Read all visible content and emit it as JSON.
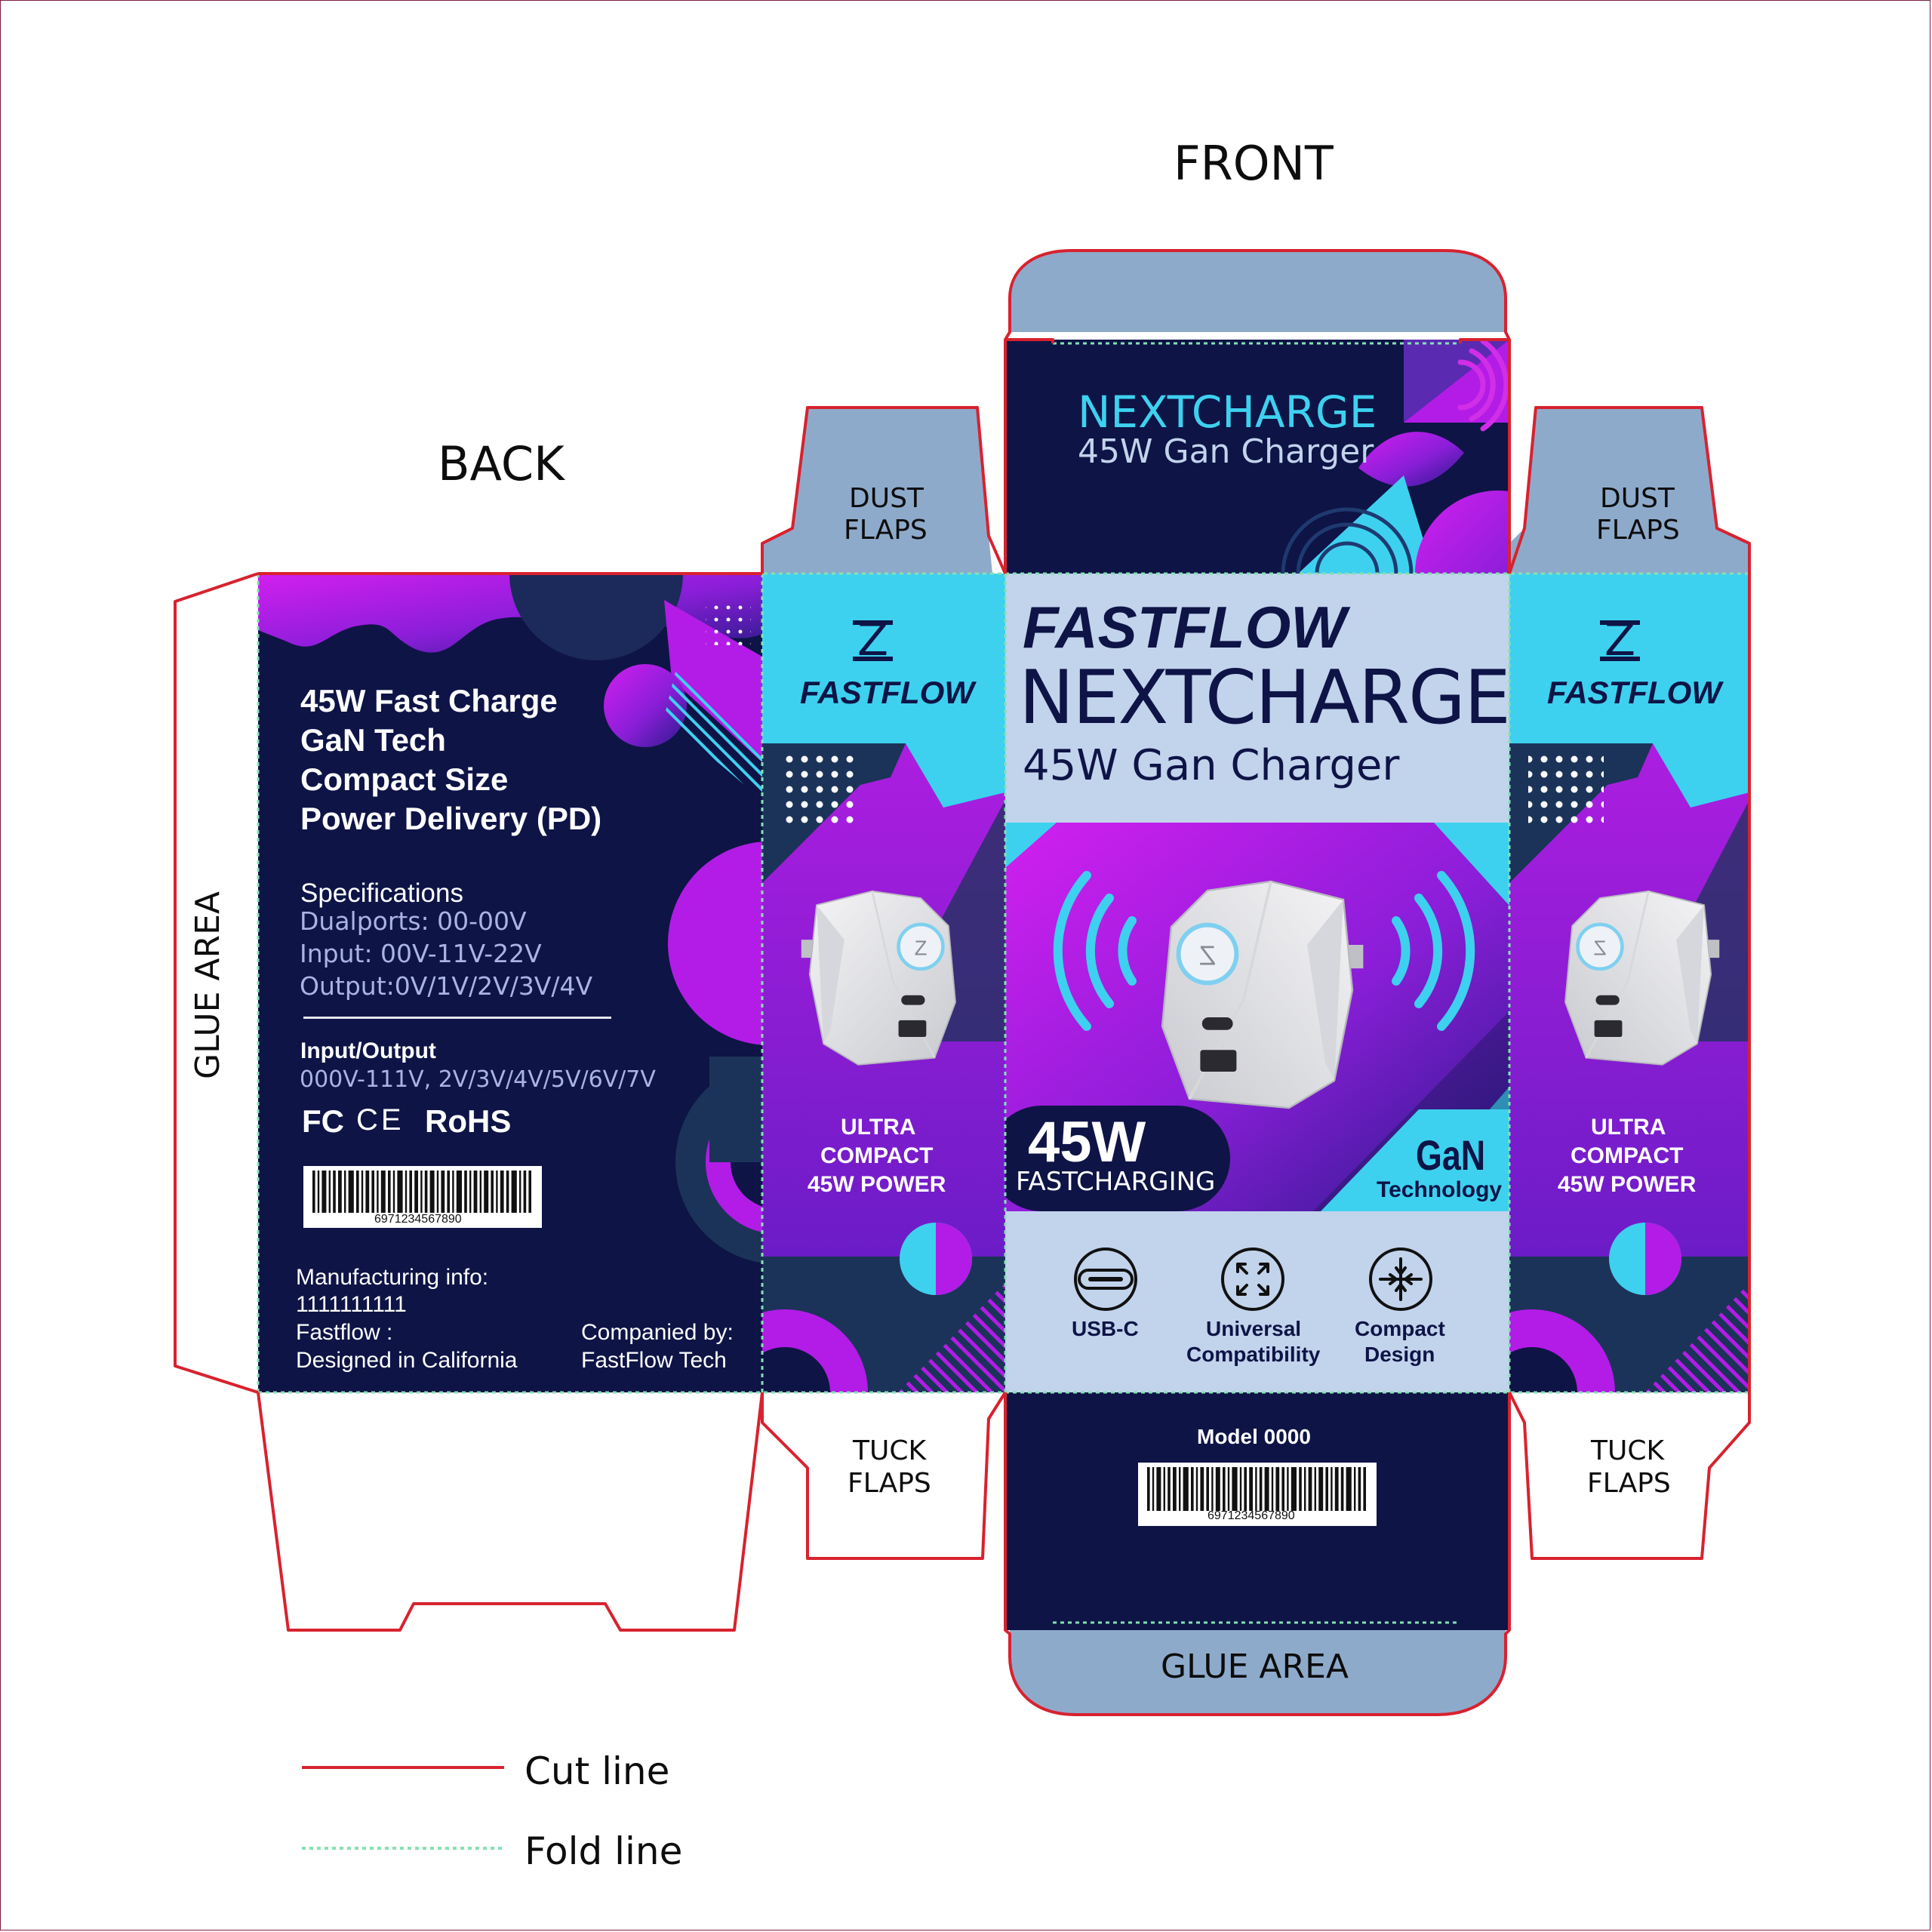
{
  "labels": {
    "front": "FRONT",
    "back": "BACK",
    "glue_area_side": "GLUE AREA",
    "glue_area_bottom": "GLUE AREA",
    "dust_flaps": [
      "DUST",
      "FLAPS"
    ],
    "tuck_flaps": [
      "TUCK",
      "FLAPS"
    ]
  },
  "top_flap": {
    "brand": "NEXTCHARGE",
    "product": "45W Gan Charger"
  },
  "front_panel": {
    "brand_line": "FASTFLOW",
    "product_line": "NEXTCHARGE",
    "subtitle": "45W Gan Charger",
    "badge_watts": "45W",
    "badge_text": "FASTCHARGING",
    "gan_title": "GaN",
    "gan_sub": "Technology",
    "features": [
      {
        "icon": "usb-c-icon",
        "line1": "USB-C",
        "line2": ""
      },
      {
        "icon": "expand-arrows-icon",
        "line1": "Universal",
        "line2": "Compatibility"
      },
      {
        "icon": "compress-arrows-icon",
        "line1": "Compact",
        "line2": "Design"
      }
    ]
  },
  "side_panel": {
    "logo_letter": "Z",
    "logo_text": "FASTFLOW",
    "claim": [
      "ULTRA",
      "COMPACT",
      "45W POWER"
    ]
  },
  "bottom_flap": {
    "model": "Model 0000",
    "barcode_number": "6971234567890"
  },
  "back_panel": {
    "features": [
      "45W Fast Charge",
      "GaN Tech",
      "Compact Size",
      "Power Delivery (PD)"
    ],
    "spec_title": "Specifications",
    "specs": [
      "Dualports: 00-00V",
      "Input: 00V-11V-22V",
      "Output:0V/1V/2V/3V/4V"
    ],
    "io_title": "Input/Output",
    "io_value": "000V-111V, 2V/3V/4V/5V/6V/7V",
    "cert_fc": "FC",
    "cert_ce": "CE",
    "cert_rohs": "RoHS",
    "barcode_number": "6971234567890",
    "manufacturing": [
      "Manufacturing info:",
      "1111111111",
      "Fastflow :",
      "Designed in California"
    ],
    "companied": [
      "Companied by:",
      "FastFlow Tech"
    ]
  },
  "legend": {
    "cut": "Cut line",
    "fold": "Fold line",
    "cut_color": "#d8222f",
    "fold_color": "#86e0b4"
  },
  "colors": {
    "navy": "#0e1446",
    "purple": "#b21ce6",
    "cyan": "#3dd1ef",
    "light_blue": "#c2d3ec",
    "flap_blue": "#8eaacb"
  }
}
